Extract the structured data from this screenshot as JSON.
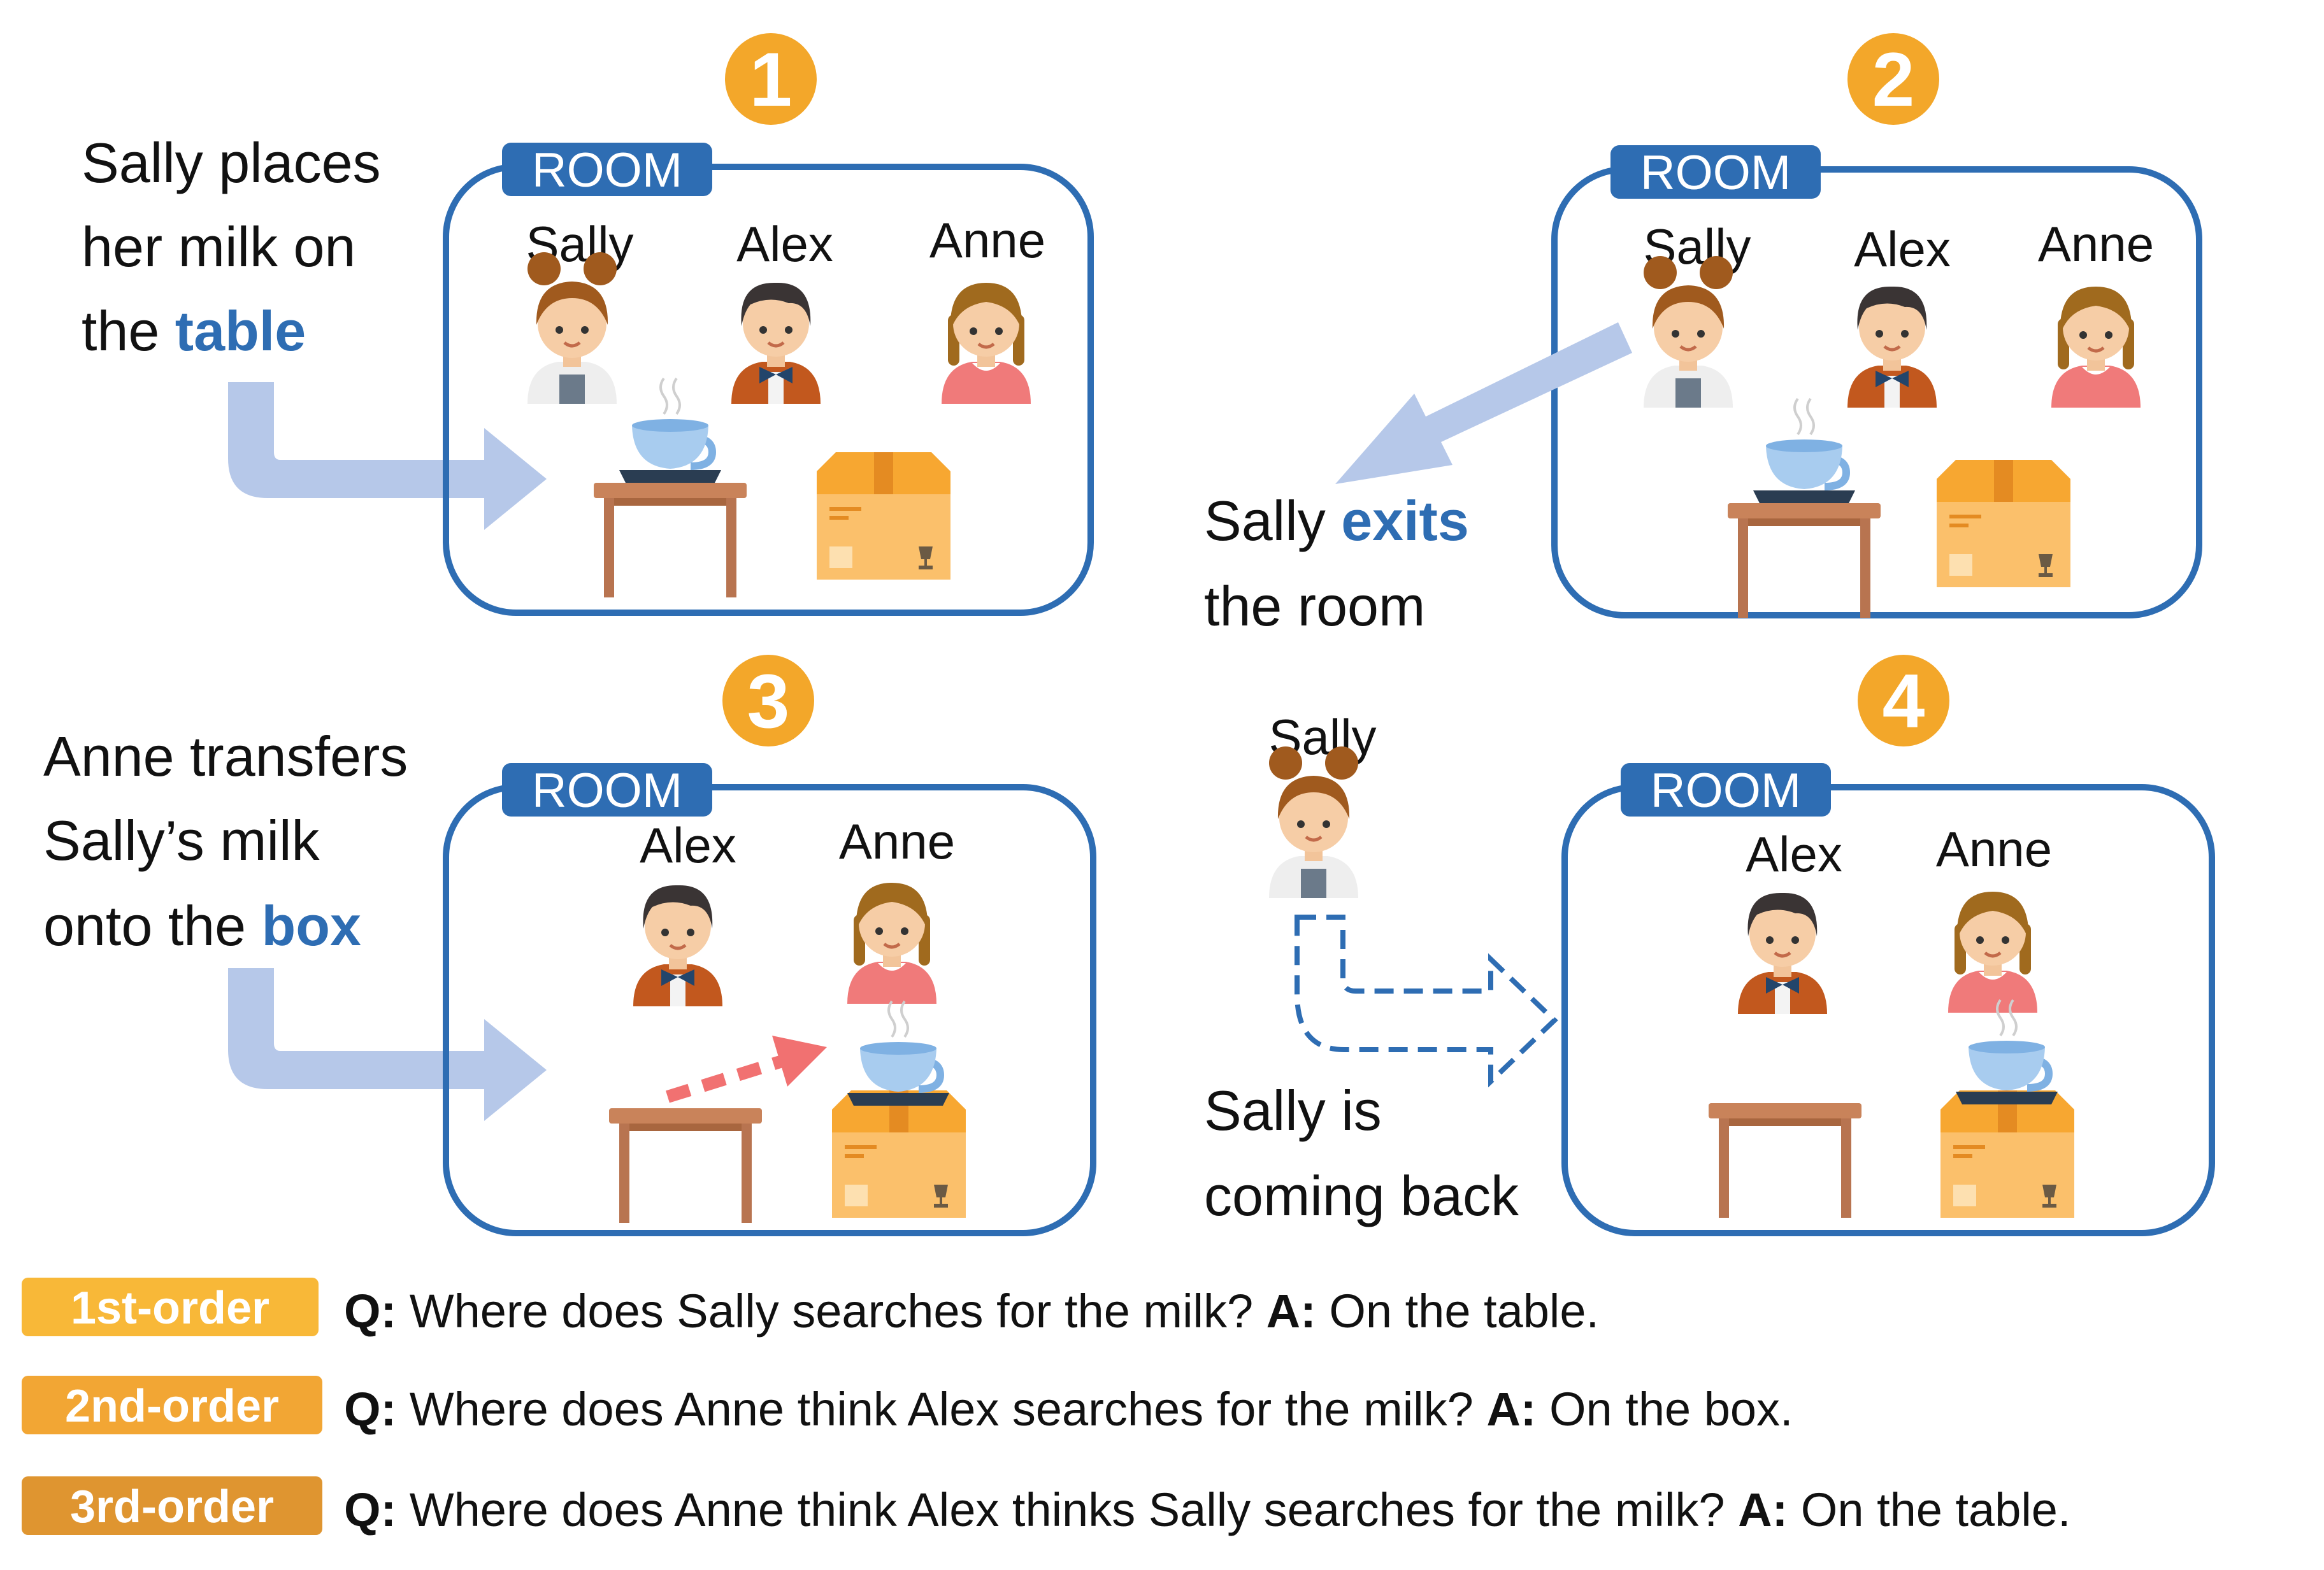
{
  "colors": {
    "room_border": "#2e6db3",
    "highlight": "#2e6db3",
    "step_circle": "#f3a72a",
    "arrow_light": "#b6c8e9",
    "transfer_arrow": "#f17171",
    "badge_1st": "#f8b838",
    "badge_2nd": "#f2a634",
    "badge_3rd": "#df9530"
  },
  "room_label": "ROOM",
  "panels": [
    {
      "step": "1",
      "caption": {
        "line1": "Sally places",
        "line2": "her milk on",
        "line3_pre": "the ",
        "line3_hl": "table"
      },
      "people": [
        "Sally",
        "Alex",
        "Anne"
      ],
      "cup_on": "table"
    },
    {
      "step": "2",
      "caption": {
        "line1_pre": "Sally ",
        "line1_hl": "exits",
        "line2": "the room"
      },
      "people": [
        "Sally",
        "Alex",
        "Anne"
      ],
      "cup_on": "table"
    },
    {
      "step": "3",
      "caption": {
        "line1": "Anne transfers",
        "line2": "Sally’s milk",
        "line3_pre": "onto the ",
        "line3_hl": "box"
      },
      "people": [
        "Alex",
        "Anne"
      ],
      "cup_on": "box"
    },
    {
      "step": "4",
      "outside_person": "Sally",
      "caption": {
        "line1": "Sally is",
        "line2": "coming back"
      },
      "people": [
        "Alex",
        "Anne"
      ],
      "cup_on": "box"
    }
  ],
  "questions": [
    {
      "badge": "1st-order",
      "q_label": "Q:",
      "q": "Where does Sally searches for the milk?",
      "a_label": "A:",
      "a": "On the table."
    },
    {
      "badge": "2nd-order",
      "q_label": "Q:",
      "q": "Where does Anne think Alex searches for the milk?",
      "a_label": "A:",
      "a": "On the box."
    },
    {
      "badge": "3rd-order",
      "q_label": "Q:",
      "q": "Where does Anne think Alex thinks Sally searches for the milk?",
      "a_label": "A:",
      "a": "On the table."
    }
  ]
}
